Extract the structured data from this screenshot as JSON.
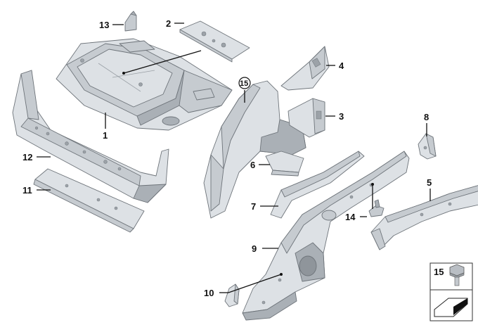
{
  "callouts": {
    "c1": "1",
    "c2": "2",
    "c3": "3",
    "c4": "4",
    "c5": "5",
    "c6": "6",
    "c7": "7",
    "c8": "8",
    "c9": "9",
    "c10": "10",
    "c11": "11",
    "c12": "12",
    "c13": "13",
    "c14": "14",
    "c15": "15"
  },
  "legend": {
    "fastener_number": "15"
  },
  "colors": {
    "metal_light": "#dde1e5",
    "metal_mid": "#c6cbd0",
    "metal_dark": "#aab0b6",
    "outline": "#6e747a",
    "text": "#111111"
  }
}
